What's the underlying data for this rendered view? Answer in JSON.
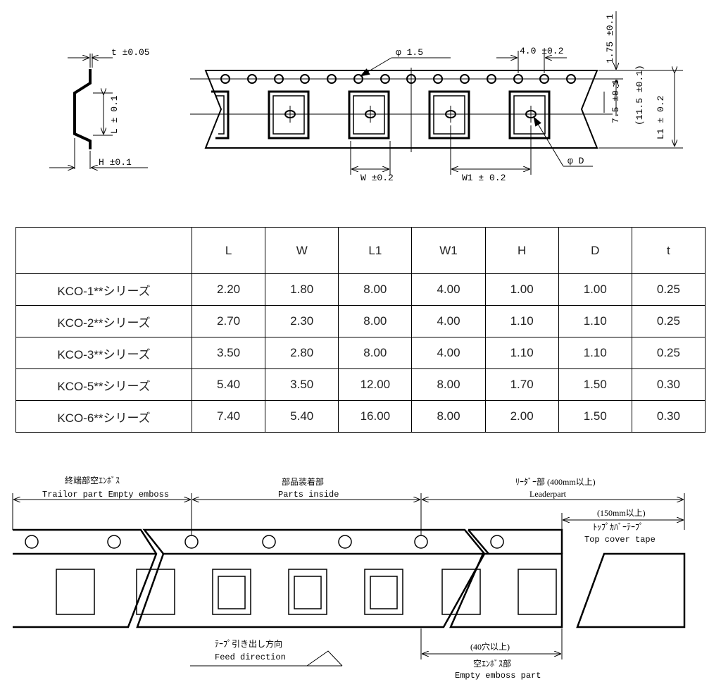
{
  "top_diagram": {
    "t_tol": "t ±0.05",
    "L_tol": "L ± 0.1",
    "H_tol": "H ±0.1",
    "phi_hole": "φ 1.5",
    "pitch": "4.0 ±0.2",
    "dim_1_75": "1.75 ±0.1",
    "dim_7_5": "7.5 ±0.1",
    "dim_11_5": "(11.5 ±0.1)",
    "L1_tol": "L1 ± 0.2",
    "W_tol": "W ±0.2",
    "W1_tol": "W1 ± 0.2",
    "phi_D": "φ D"
  },
  "table": {
    "headers": [
      "",
      "L",
      "W",
      "L1",
      "W1",
      "H",
      "D",
      "t"
    ],
    "rows": [
      [
        "KCO-1**シリーズ",
        "2.20",
        "1.80",
        "8.00",
        "4.00",
        "1.00",
        "1.00",
        "0.25"
      ],
      [
        "KCO-2**シリーズ",
        "2.70",
        "2.30",
        "8.00",
        "4.00",
        "1.10",
        "1.10",
        "0.25"
      ],
      [
        "KCO-3**シリーズ",
        "3.50",
        "2.80",
        "8.00",
        "4.00",
        "1.10",
        "1.10",
        "0.25"
      ],
      [
        "KCO-5**シリーズ",
        "5.40",
        "3.50",
        "12.00",
        "8.00",
        "1.70",
        "1.50",
        "0.30"
      ],
      [
        "KCO-6**シリーズ",
        "7.40",
        "5.40",
        "16.00",
        "8.00",
        "2.00",
        "1.50",
        "0.30"
      ]
    ]
  },
  "bottom_diagram": {
    "trailor_jp": "終端部空ｴﾝﾎﾞｽ",
    "trailor_en": "Trailor part Empty emboss",
    "parts_jp": "部品装着部",
    "parts_en": "Parts inside",
    "leader_jp": "ﾘｰﾀﾞｰ部 (400mm以上)",
    "leader_en": "Leaderpart",
    "cover_len": "(150mm以上)",
    "cover_jp": "ﾄｯﾌﾟｶﾊﾞｰﾃｰﾌﾟ",
    "cover_en": "Top cover tape",
    "feed_jp": "ﾃｰﾌﾟ引き出し方向",
    "feed_en": "Feed direction",
    "holes_40": "(40穴以上)",
    "empty_jp": "空ｴﾝﾎﾞｽ部",
    "empty_en": "Empty emboss part"
  }
}
